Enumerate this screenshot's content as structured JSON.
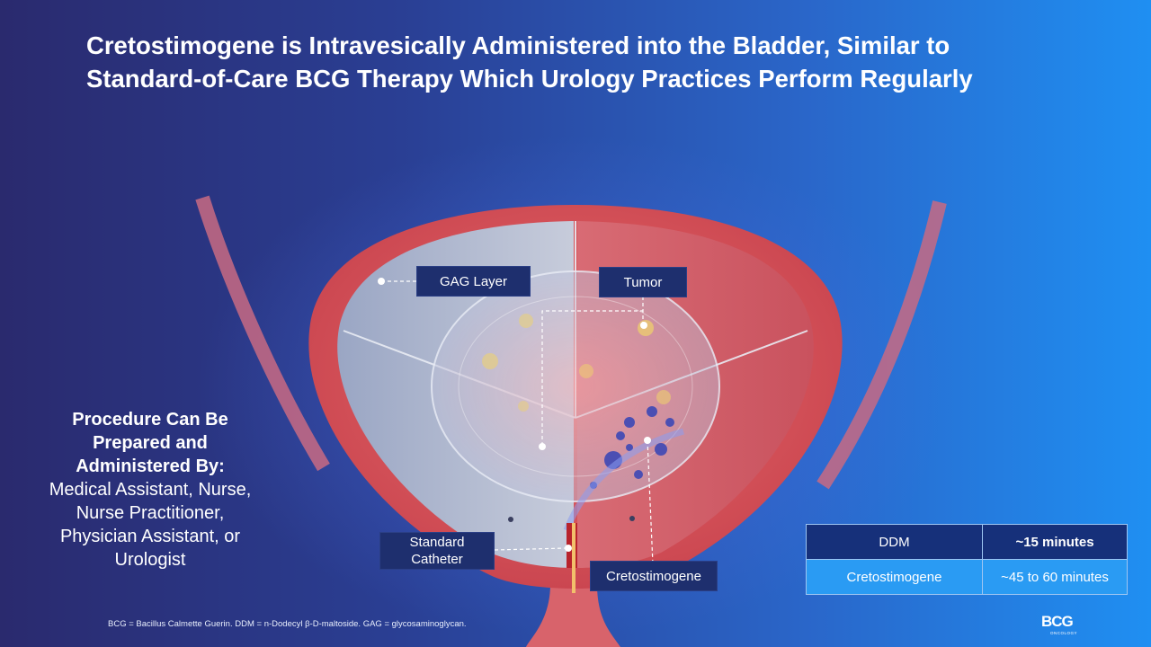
{
  "title": {
    "line1": "Cretostimogene is Intravesically Administered into the Bladder, Similar to",
    "line2": "Standard-of-Care BCG Therapy Which Urology Practices Perform Regularly"
  },
  "callouts": {
    "gag_layer": "GAG Layer",
    "tumor": "Tumor",
    "standard_catheter_line1": "Standard",
    "standard_catheter_line2": "Catheter",
    "cretostimogene": "Cretostimogene"
  },
  "left_panel": {
    "heading_lines": [
      "Procedure Can Be",
      "Prepared and",
      "Administered By:"
    ],
    "body_lines": [
      "Medical Assistant, Nurse,",
      "Nurse Practitioner,",
      "Physician Assistant, or",
      "Urologist"
    ]
  },
  "timing_table": {
    "rows": [
      {
        "label": "DDM",
        "value": "~15 minutes"
      },
      {
        "label": "Cretostimogene",
        "value": "~45 to 60 minutes"
      }
    ]
  },
  "footnote": "BCG = Bacillus Calmette Guerin. DDM = n-Dodecyl β-D-maltoside. GAG = glycosaminoglycan.",
  "logo": {
    "text": "BCG",
    "subtext": "ONCOLOGY",
    "icon": "cg-oncology-logo-icon"
  },
  "colors": {
    "bladder_wall": "#d9555a",
    "callout_bg": "#1e2f6e",
    "table_row1": "#16307a",
    "table_row2": "#2a9bf3"
  }
}
